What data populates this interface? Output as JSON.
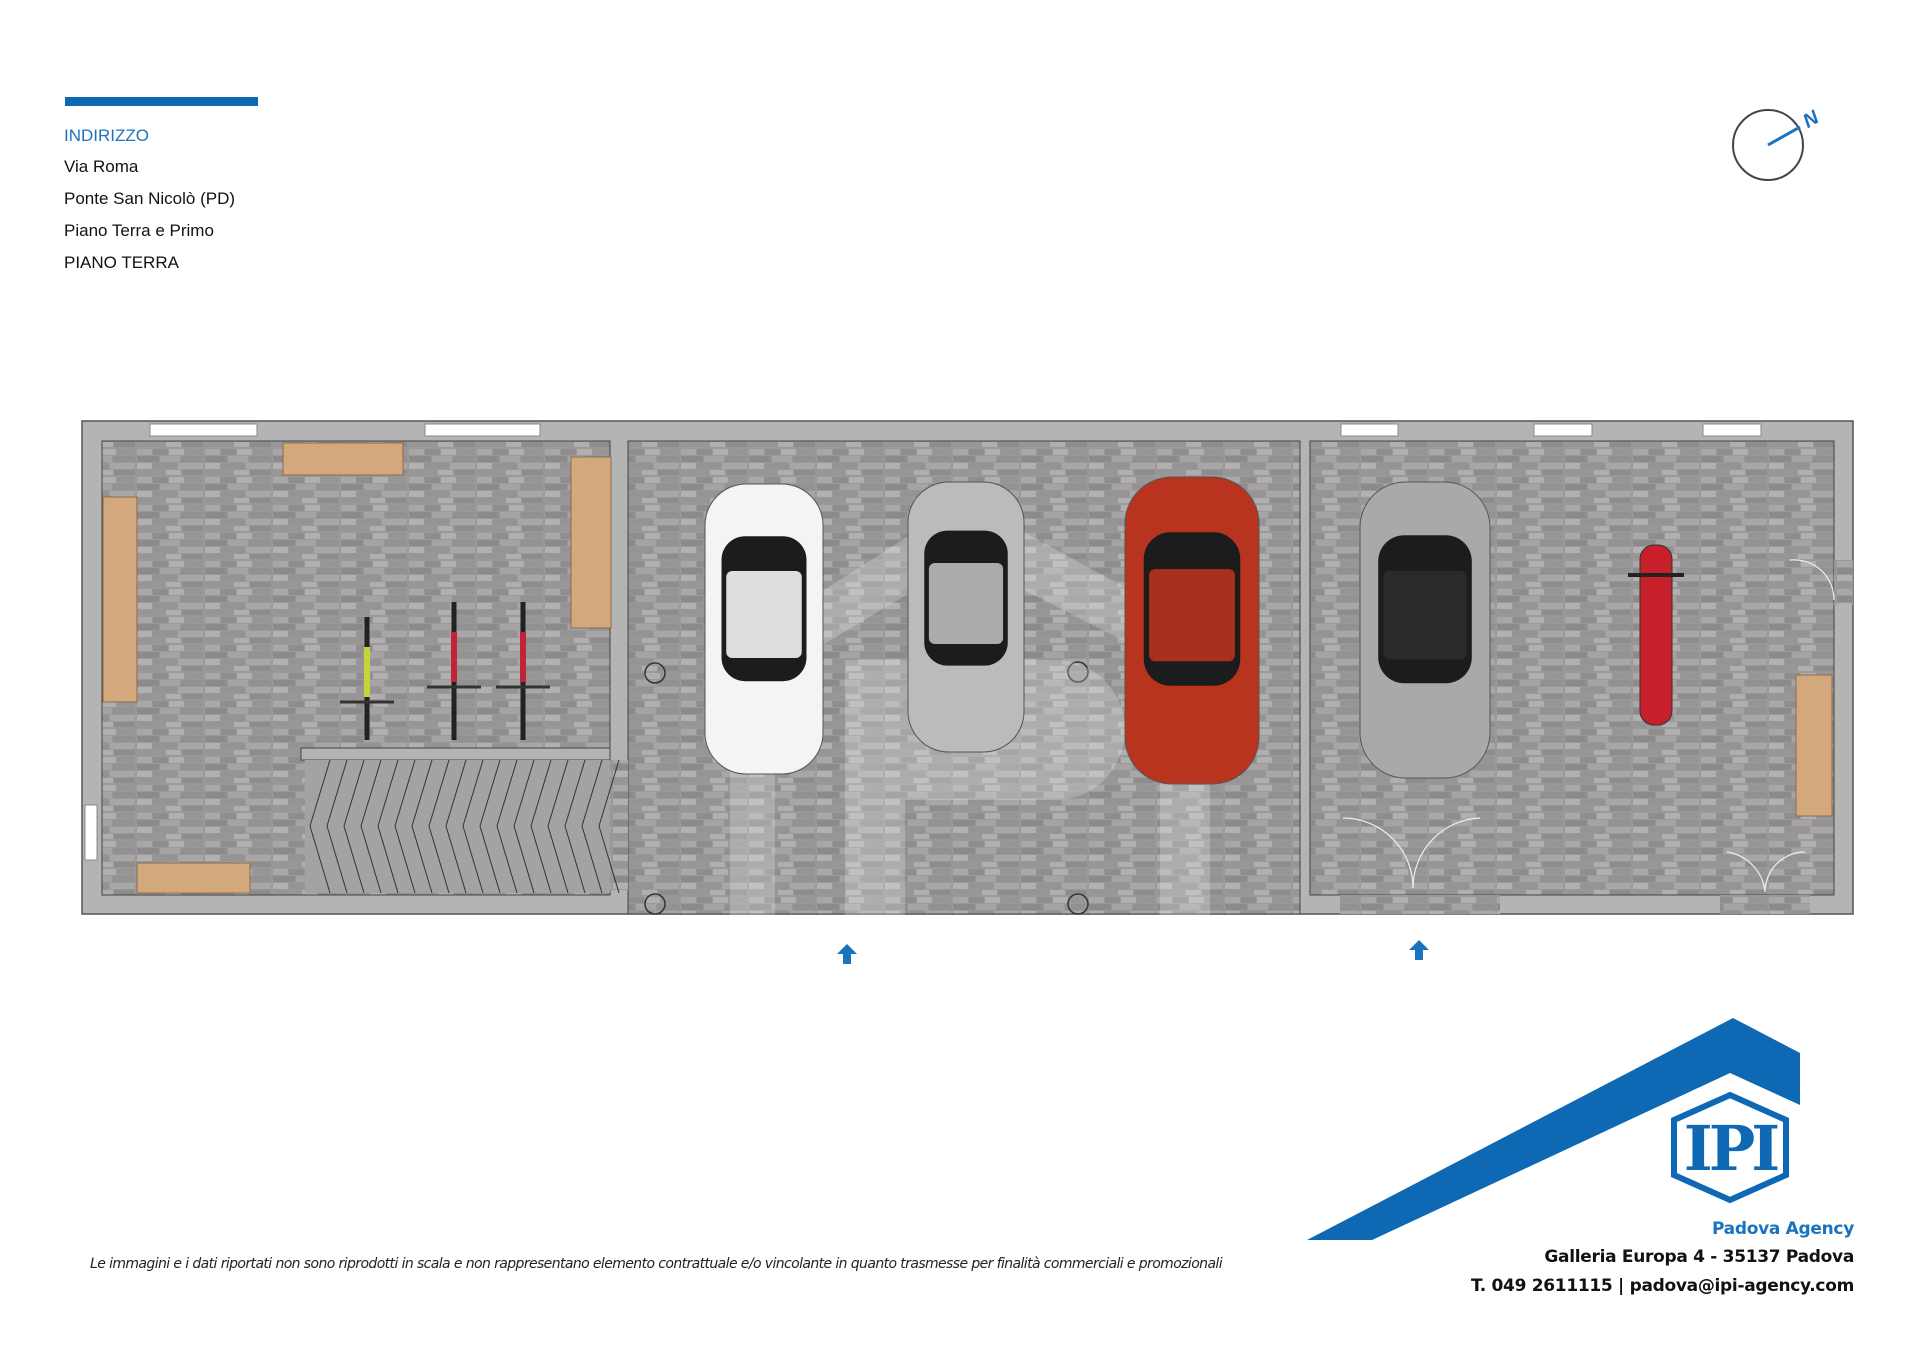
{
  "header": {
    "title": "INDIRIZZO",
    "lines": [
      "Via Roma",
      "Ponte San Nicolò (PD)",
      "Piano Terra e Primo",
      "PIANO TERRA"
    ]
  },
  "compass": {
    "label": "N"
  },
  "disclaimer": "Le immagini e i dati riportati non sono riprodotti in scala e non rappresentano elemento contrattuale e/o vincolante in quanto trasmesse per finalità commerciali e promozionali",
  "agency": {
    "logo_text": "IPI",
    "name": "Padova Agency",
    "address": "Galleria Europa 4 - 35137 Padova",
    "contact": "T. 049 2611115 | padova@ipi-agency.com"
  },
  "colors": {
    "brand": "#0f68b4",
    "wall": "#b4b4b4",
    "shelf": "#d3a87c"
  }
}
